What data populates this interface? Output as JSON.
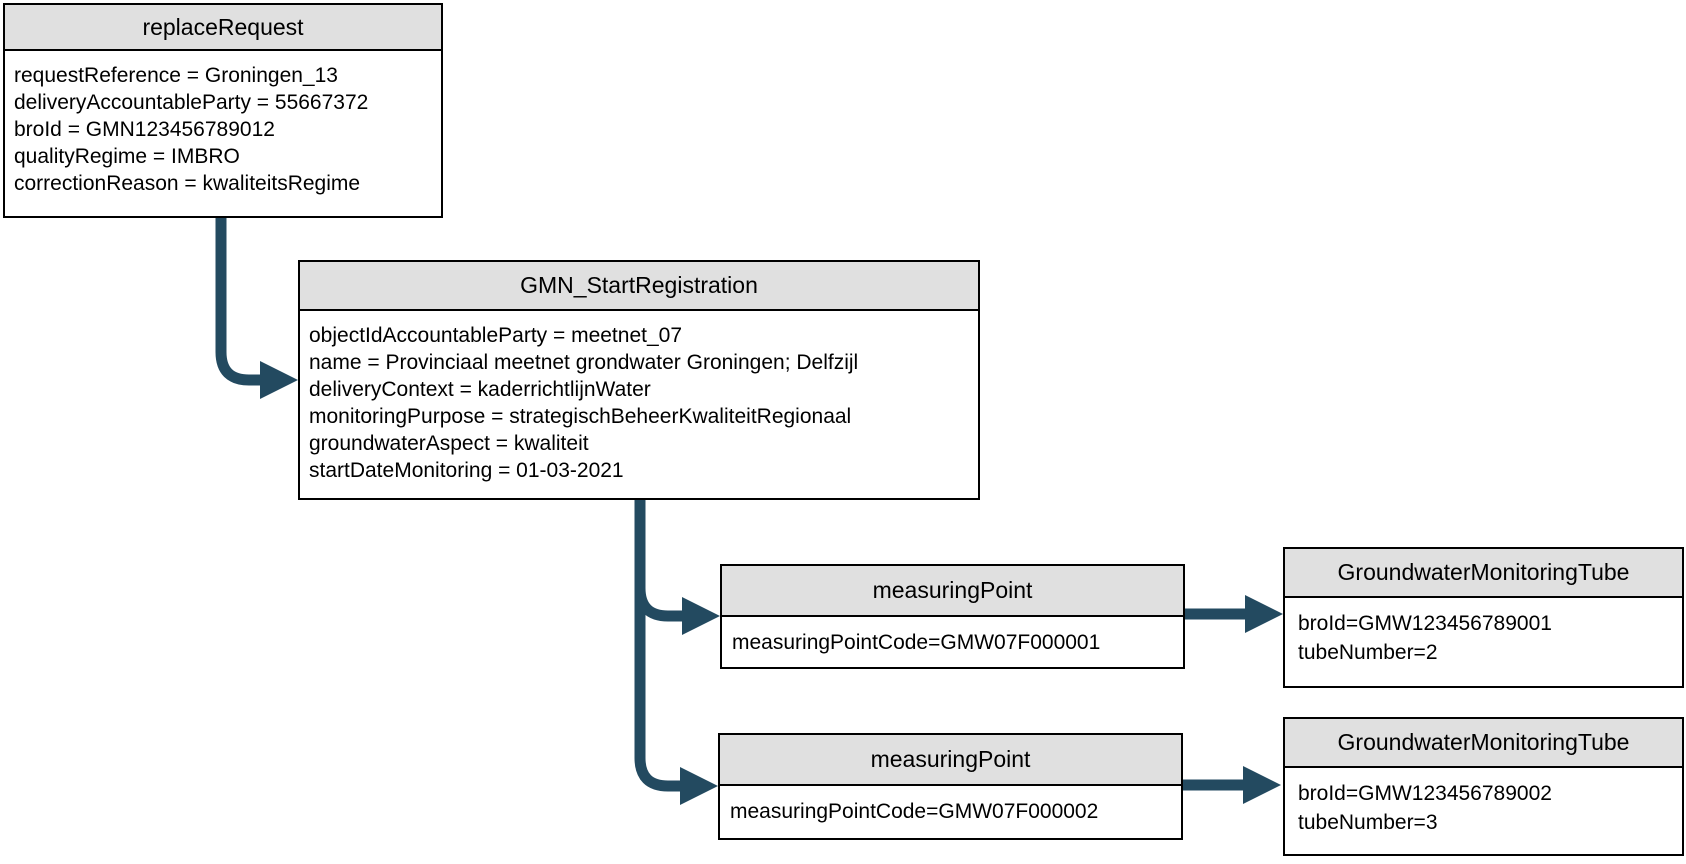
{
  "diagram": {
    "colors": {
      "arrow": "#234A60",
      "header_fill": "#E0E0E0",
      "border": "#000000",
      "text": "#000000",
      "background": "#ffffff"
    },
    "nodes": [
      {
        "id": "replaceRequest",
        "title": "replaceRequest",
        "attributes": [
          "requestReference = Groningen_13",
          "deliveryAccountableParty = 55667372",
          "broId = GMN123456789012",
          "qualityRegime = IMBRO",
          "correctionReason = kwaliteitsRegime"
        ]
      },
      {
        "id": "GMN_StartRegistration",
        "title": "GMN_StartRegistration",
        "attributes": [
          "objectIdAccountableParty = meetnet_07",
          "name = Provinciaal meetnet grondwater Groningen; Delfzijl",
          "deliveryContext = kaderrichtlijnWater",
          "monitoringPurpose = strategischBeheerKwaliteitRegionaal",
          "groundwaterAspect = kwaliteit",
          "startDateMonitoring = 01-03-2021"
        ]
      },
      {
        "id": "measuringPoint-1",
        "title": "measuringPoint",
        "attributes": [
          "measuringPointCode=GMW07F000001"
        ]
      },
      {
        "id": "GroundwaterMonitoringTube-1",
        "title": "GroundwaterMonitoringTube",
        "attributes": [
          "broId=GMW123456789001",
          "tubeNumber=2"
        ]
      },
      {
        "id": "measuringPoint-2",
        "title": "measuringPoint",
        "attributes": [
          "measuringPointCode=GMW07F000002"
        ]
      },
      {
        "id": "GroundwaterMonitoringTube-2",
        "title": "GroundwaterMonitoringTube",
        "attributes": [
          "broId=GMW123456789002",
          "tubeNumber=3"
        ]
      }
    ],
    "connections": [
      {
        "from": "replaceRequest",
        "to": "GMN_StartRegistration"
      },
      {
        "from": "GMN_StartRegistration",
        "to": "measuringPoint-1"
      },
      {
        "from": "GMN_StartRegistration",
        "to": "measuringPoint-2"
      },
      {
        "from": "measuringPoint-1",
        "to": "GroundwaterMonitoringTube-1"
      },
      {
        "from": "measuringPoint-2",
        "to": "GroundwaterMonitoringTube-2"
      }
    ]
  }
}
